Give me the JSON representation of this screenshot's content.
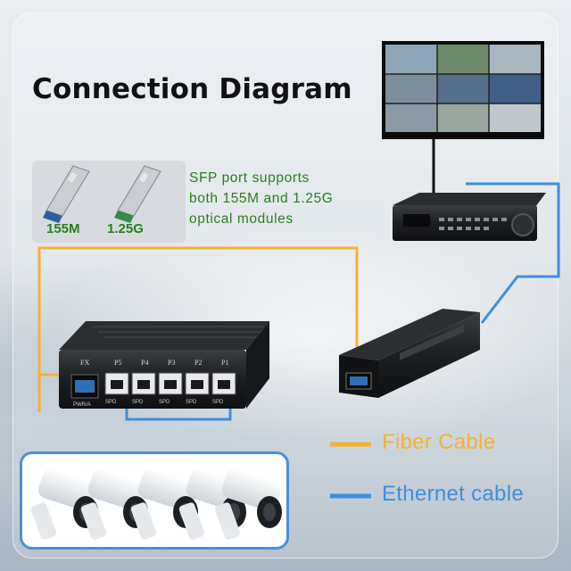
{
  "title": "Connection Diagram",
  "sfp": {
    "label_left": "155M",
    "label_right": "1.25G",
    "note_line1": "SFP port supports",
    "note_line2": "both 155M and 1.25G",
    "note_line3": "optical modules"
  },
  "switch": {
    "fx_label": "FX",
    "port_labels": [
      "P5",
      "P4",
      "P3",
      "P2",
      "P1"
    ],
    "pwr_label": "PWR/A",
    "spd_labels": [
      "SPD",
      "SPD",
      "SPD",
      "SPD",
      "SPD"
    ]
  },
  "legend": {
    "fiber": "Fiber Cable",
    "ethernet": "Ethernet cable"
  },
  "colors": {
    "fiber": "#f3b233",
    "ethernet": "#3d8fdc",
    "note_green": "#2b7d1f"
  }
}
